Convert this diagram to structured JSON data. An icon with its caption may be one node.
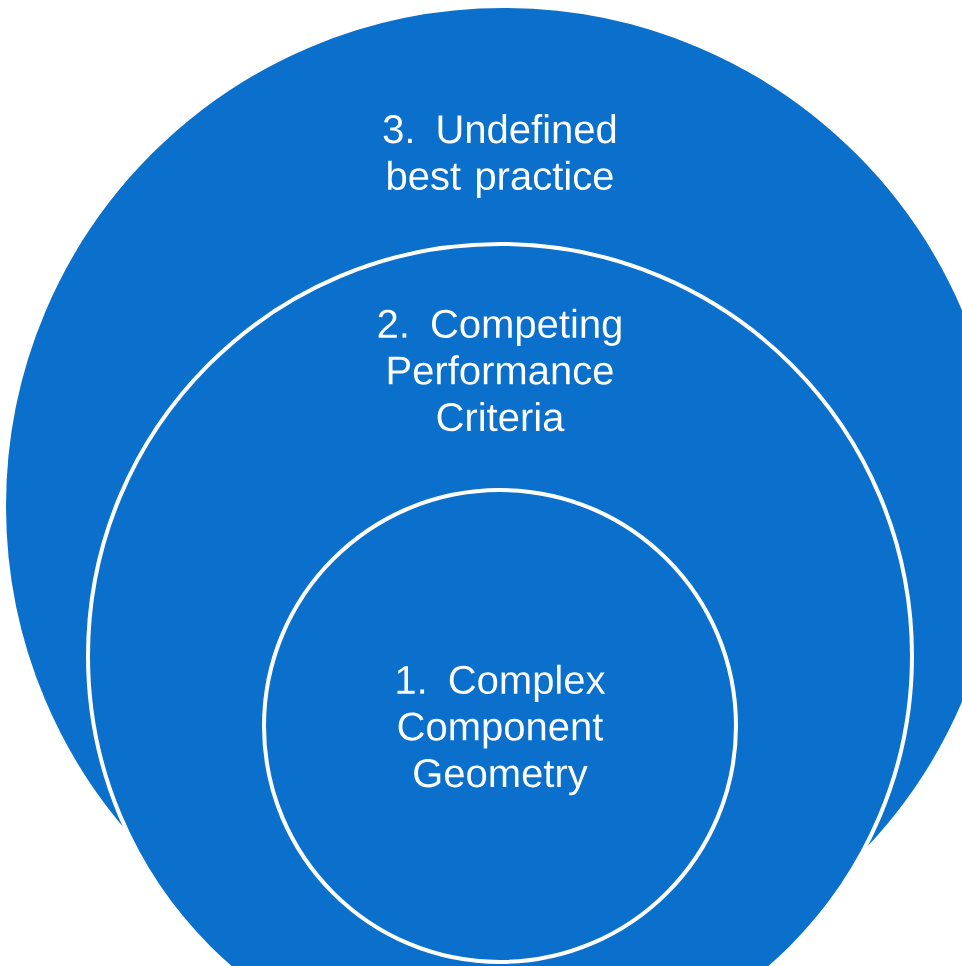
{
  "diagram": {
    "nodes": [
      {
        "text": [
          "3. Undefined best practice"
        ]
      },
      {
        "text": [
          "2. Competing Performance Criteria"
        ],
        "in": 0
      },
      {
        "text": [
          "1. Complex Component Geometry"
        ],
        "in": 1
      }
    ]
  }
}
